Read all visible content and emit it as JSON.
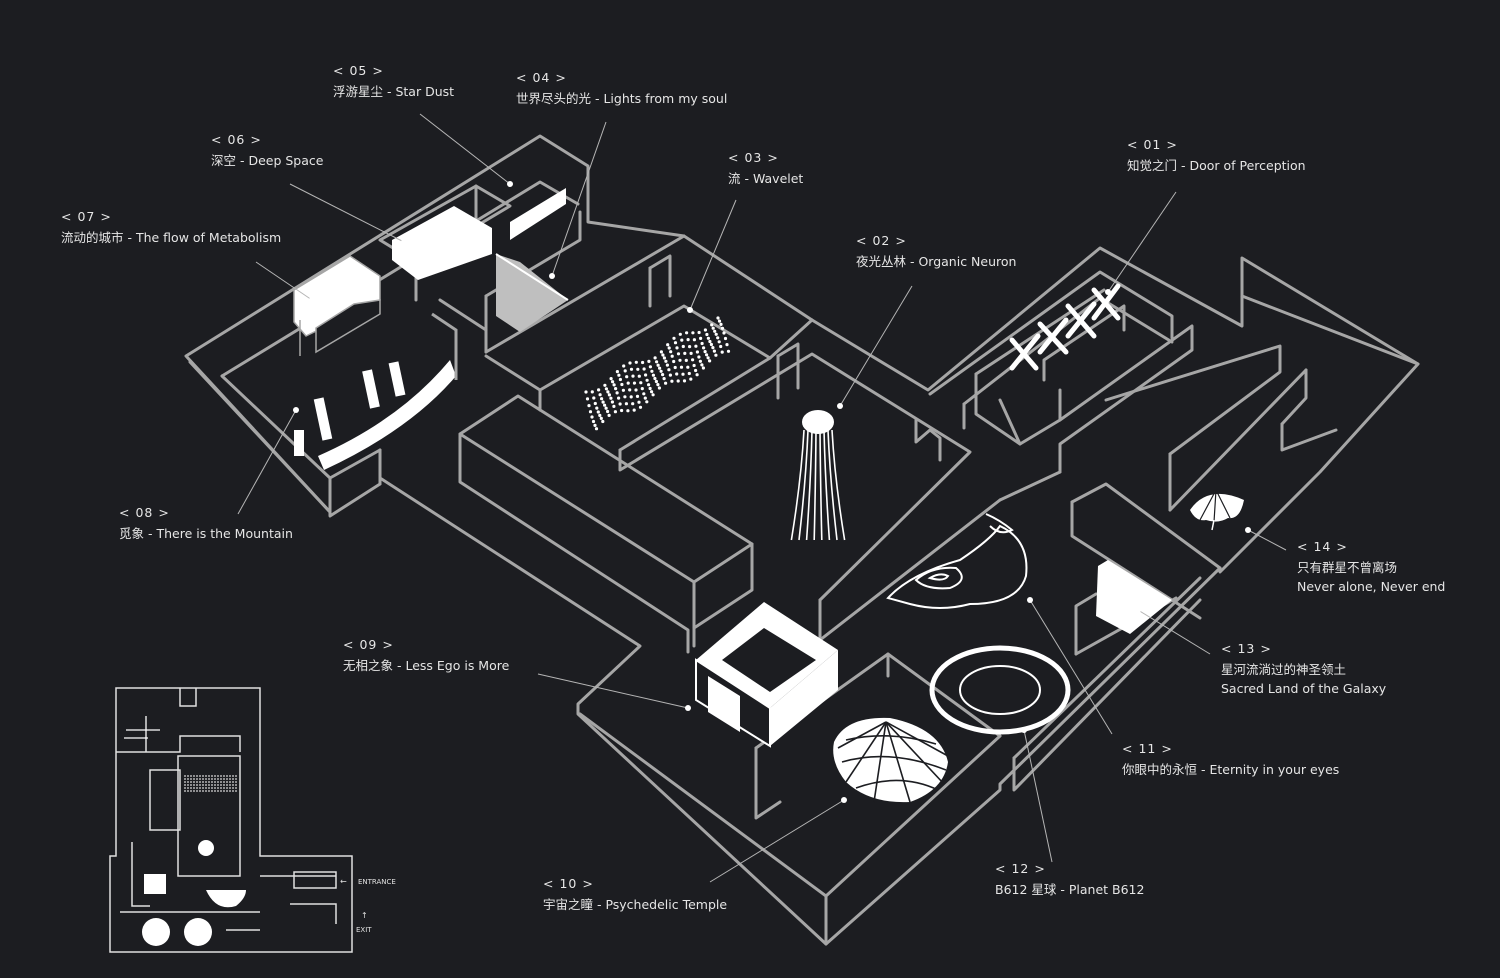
{
  "colors": {
    "background": "#1c1d21",
    "wall": "#a6a6a6",
    "wall_fill": "#1c1d21",
    "white": "#ffffff",
    "text": "#e6e6e6"
  },
  "exhibits": [
    {
      "id": "01",
      "number": "< 01 >",
      "title": "知觉之门 - Door of Perception"
    },
    {
      "id": "02",
      "number": "< 02 >",
      "title": "夜光丛林 - Organic Neuron"
    },
    {
      "id": "03",
      "number": "< 03 >",
      "title": "流 - Wavelet"
    },
    {
      "id": "04",
      "number": "< 04 >",
      "title": "世界尽头的光 - Lights from my soul"
    },
    {
      "id": "05",
      "number": "< 05 >",
      "title": "浮游星尘 - Star Dust"
    },
    {
      "id": "06",
      "number": "< 06 >",
      "title": "深空 - Deep Space"
    },
    {
      "id": "07",
      "number": "< 07 >",
      "title": "流动的城市 - The flow of Metabolism"
    },
    {
      "id": "08",
      "number": "< 08 >",
      "title": "觅象 - There is the Mountain"
    },
    {
      "id": "09",
      "number": "< 09 >",
      "title": "无相之象 - Less Ego is More"
    },
    {
      "id": "10",
      "number": "< 10 >",
      "title": "宇宙之瞳 - Psychedelic Temple"
    },
    {
      "id": "11",
      "number": "< 11 >",
      "title": "你眼中的永恒 - Eternity in your eyes"
    },
    {
      "id": "12",
      "number": "< 12 >",
      "title": "B612 星球 - Planet B612"
    },
    {
      "id": "13",
      "number": "< 13 >",
      "title": "星河流淌过的神圣领土",
      "subtitle": "Sacred Land of the Galaxy"
    },
    {
      "id": "14",
      "number": "< 14 >",
      "title": "只有群星不曾离场",
      "subtitle": "Never alone, Never end"
    }
  ],
  "minimap": {
    "entrance_label": "ENTRANCE",
    "exit_label": "EXIT",
    "entrance_arrow": "←",
    "exit_arrow": "↑"
  }
}
